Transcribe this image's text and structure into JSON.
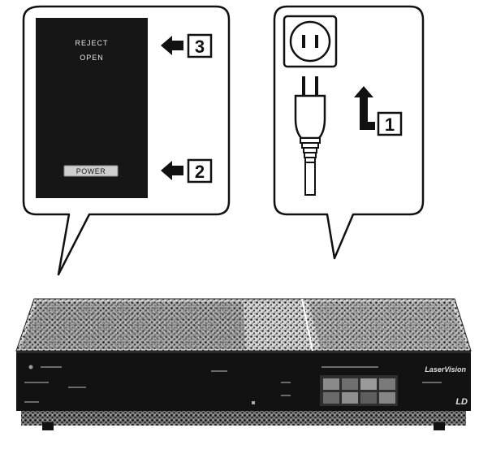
{
  "left_callout": {
    "panel_line1": "REJECT",
    "panel_line2": "OPEN",
    "power_button": "POWER",
    "step_a": "3",
    "step_b": "2"
  },
  "right_callout": {
    "step_c": "1"
  },
  "player": {
    "brand": "LaserVision",
    "logo_mark": "LD"
  },
  "colors": {
    "ink": "#111111",
    "paper": "#ffffff",
    "panel": "#161616",
    "speckle": "#333333"
  }
}
